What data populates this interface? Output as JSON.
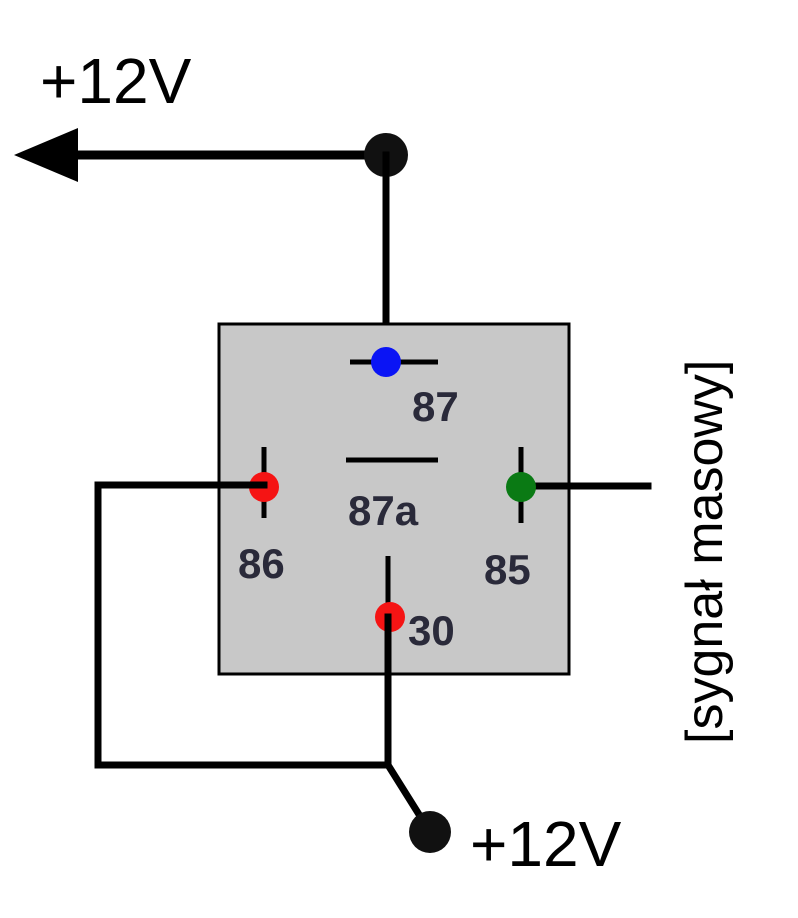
{
  "top_supply_label": "+12V",
  "bottom_supply_label": "+12V",
  "side_label": "[sygnał masowy]",
  "relay": {
    "fill_color": "#c8c8c8",
    "border_color": "#000000",
    "pins": {
      "p87": {
        "label": "87",
        "color": "#0a14f5"
      },
      "p87a": {
        "label": "87a"
      },
      "p86": {
        "label": "86",
        "color": "#f51414"
      },
      "p85": {
        "label": "85",
        "color": "#0a7a14"
      },
      "p30": {
        "label": "30",
        "color": "#f51414"
      }
    }
  }
}
